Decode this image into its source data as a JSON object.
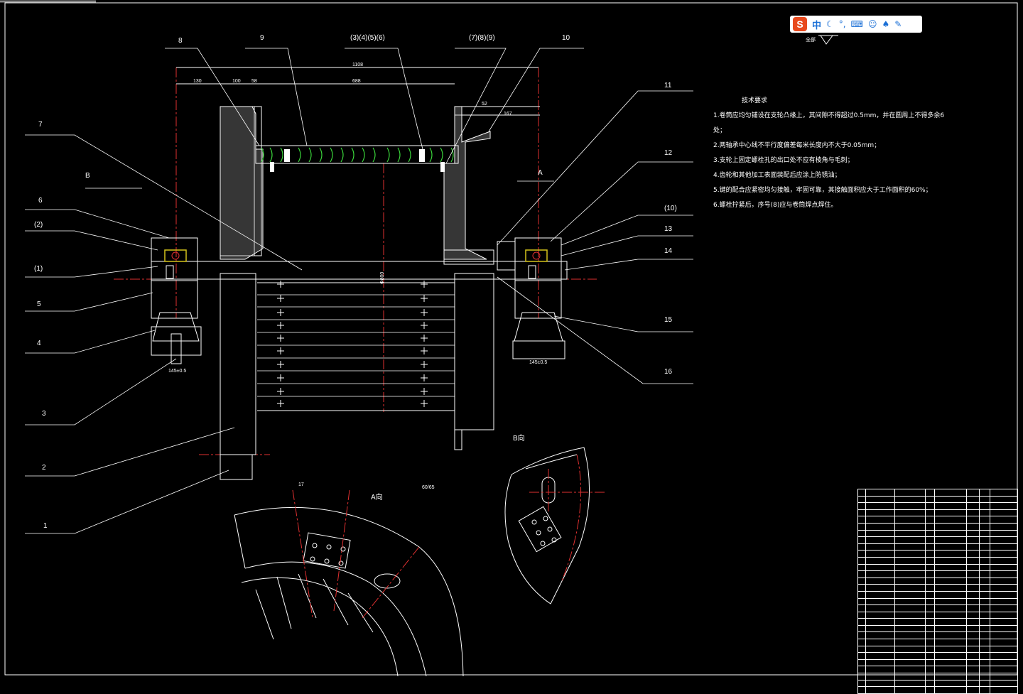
{
  "drawing": {
    "callouts": [
      "1",
      "2",
      "3",
      "4",
      "5",
      "6",
      "7",
      "8",
      "9",
      "10",
      "11",
      "12",
      "13",
      "14",
      "15",
      "16",
      "(1)",
      "(2)",
      "(10)",
      "(3)(4)(5)(6)",
      "(7)(8)(9)"
    ],
    "view_labels": {
      "b_arrow": "B",
      "a_arrow": "A",
      "b_view": "B向",
      "a_view": "A向",
      "surface_mark": "全部"
    },
    "dims": {
      "overall": "1108",
      "d1": "130",
      "d2": "100",
      "d3": "58",
      "span": "688",
      "right1": "52",
      "right2": "167",
      "bore": "Φ800",
      "hub": "145±0.5",
      "hub2": "145±0.5",
      "sect1": "17",
      "sect2": "60/65"
    }
  },
  "tech_requirements": {
    "title": "技术要求",
    "items": [
      "1.卷筒应均匀铺设在支轮凸缘上，其间隙不得超过0.5mm，并在圆周上不得多余6处；",
      "2.两轴承中心线不平行度偏差每米长度内不大于0.05mm；",
      "3.支轮上固定螺栓孔的出口处不应有棱角与毛刺；",
      "4.齿轮和其他加工表面装配后应涂上防锈油；",
      "5.键的配合应紧密均匀接触，牢固可靠，其接触面积应大于工作面积的60%；",
      "6.螺栓拧紧后，序号(8)应与卷筒焊点焊住。"
    ]
  },
  "ime_toolbar": {
    "logo": "S",
    "mode": "中",
    "icons": [
      "moon-icon",
      "punctuation-icon",
      "keyboard-icon",
      "user-icon",
      "shirt-icon",
      "wrench-icon"
    ]
  },
  "bom_rows": 30
}
